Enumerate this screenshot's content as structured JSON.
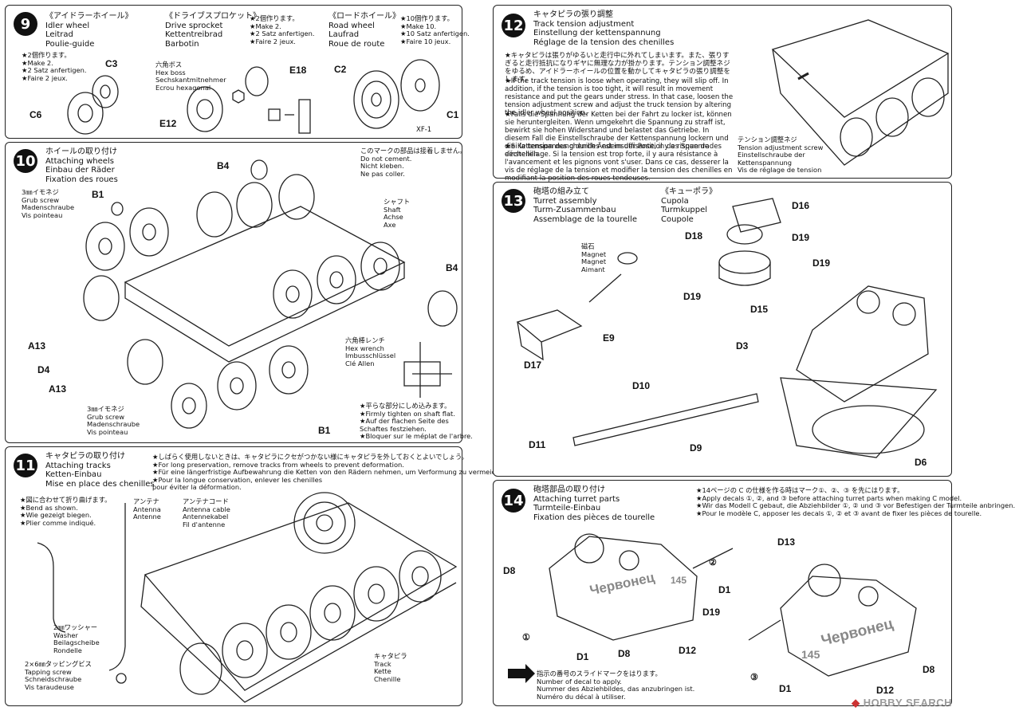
{
  "step9": {
    "num": "9",
    "idler": {
      "jp": "《アイドラーホイール》",
      "en": "Idler wheel",
      "de": "Leitrad",
      "fr": "Poulie-guide"
    },
    "sprocket": {
      "jp": "《ドライブスプロケット》",
      "en": "Drive sprocket",
      "de": "Kettentreibrad",
      "fr": "Barbotin"
    },
    "sprocket_qty": [
      "★2個作ります。",
      "★Make 2.",
      "★2 Satz anfertigen.",
      "★Faire 2 jeux."
    ],
    "road": {
      "jp": "《ロードホイール》",
      "en": "Road wheel",
      "de": "Laufrad",
      "fr": "Roue de route"
    },
    "road_qty": [
      "★10個作ります。",
      "★Make 10.",
      "★10 Satz anfertigen.",
      "★Faire 10 jeux."
    ],
    "idler_qty": [
      "★2個作ります。",
      "★Make 2.",
      "★2 Satz anfertigen.",
      "★Faire 2 jeux."
    ],
    "hex_boss": [
      "六角ボス",
      "Hex boss",
      "Sechskantmitnehmer",
      "Ecrou hexagonal"
    ],
    "parts": [
      "C3",
      "C6",
      "E18",
      "E12",
      "C2",
      "C1",
      "XF-1"
    ]
  },
  "step10": {
    "num": "10",
    "title": [
      "ホイールの取り付け",
      "Attaching wheels",
      "Einbau der Räder",
      "Fixation des roues"
    ],
    "no_cement": [
      "このマークの部品は接着しません。",
      "Do not cement.",
      "Nicht kleben.",
      "Ne pas coller."
    ],
    "grub_screw_top": [
      "3㎜イモネジ",
      "Grub screw",
      "Madenschraube",
      "Vis pointeau"
    ],
    "grub_screw_bottom": [
      "3㎜イモネジ",
      "Grub screw",
      "Madenschraube",
      "Vis pointeau"
    ],
    "shaft": [
      "シャフト",
      "Shaft",
      "Achse",
      "Axe"
    ],
    "hex_wrench": [
      "六角棒レンチ",
      "Hex wrench",
      "Imbusschlüssel",
      "Clé Allen"
    ],
    "tighten": [
      "★平らな部分にしめ込みます。",
      "★Firmly tighten on shaft flat.",
      "★Auf der flachen Seite des",
      "Schaftes festziehen.",
      "★Bloquer sur le méplat de l'arbre."
    ],
    "parts": [
      "B4",
      "B1",
      "B4",
      "A13",
      "D4",
      "A13",
      "B1"
    ]
  },
  "step11": {
    "num": "11",
    "title": [
      "キャタピラの取り付け",
      "Attaching tracks",
      "Ketten-Einbau",
      "Mise en place des chenilles"
    ],
    "note": [
      "★しばらく使用しないときは、キャタピラにクセがつかない様にキャタピラを外しておくとよいでしょう。",
      "★For long preservation, remove tracks from wheels to prevent deformation.",
      "★Für eine längerfristige Aufbewahrung die Ketten von den Rädern nehmen, um Verformung zu vermeiden.",
      "★Pour la longue conservation, enlever les chenilles",
      "pour éviter la déformation."
    ],
    "bend": [
      "★図に合わせて折り曲げます。",
      "★Bend as shown.",
      "★Wie gezeigt biegen.",
      "★Plier comme indiqué."
    ],
    "antenna": [
      "アンテナ",
      "Antenna",
      "Antenne"
    ],
    "antenna_cable": [
      "アンテナコード",
      "Antenna cable",
      "Antennekabel",
      "Fil d'antenne"
    ],
    "washer": [
      "2㎜ワッシャー",
      "Washer",
      "Beilagscheibe",
      "Rondelle"
    ],
    "tap_screw": [
      "2×6㎜タッピングビス",
      "Tapping screw",
      "Schneidschraube",
      "Vis taraudeuse"
    ],
    "track": [
      "キャタピラ",
      "Track",
      "Kette",
      "Chenille"
    ]
  },
  "step12": {
    "num": "12",
    "title": [
      "キャタピラの張り調整",
      "Track tension adjustment",
      "Einstellung der kettenspannung",
      "Réglage de la tension des chenilles"
    ],
    "jp": "★キャタピラは張りがゆるいと走行中に外れてしまいます。また、張りすぎると走行抵抗になりギヤに無理な力が掛かります。テンション調整ネジをゆるめ、アイドラーホイールの位置を動かしてキャタピラの張り調整をします。",
    "en": "★If the track tension is loose when operating, they will slip off. In addition, if the tension is too tight, it will result in movement resistance and put the gears under stress. In that case, loosen the tension adjustment screw and adjust the truck tension by altering the idler wheel position.",
    "de": "★Falls die Spannung der Ketten bei der Fahrt zu locker ist, können sie herunter­gleiten. Wenn umgekehrt die Spannung zu straff ist, bewirkt sie hohen Widerstand und belastet das Getriebe. In diesem Fall die Einstellschraube der Kettenspannung lockern und die Kettenspannung durch Ändern der Position des Spannrades einstellen.",
    "fr": "★Si la tension des chenilles est insuffisante, il y a risque de déchenillage. Si la tension est trop forte, il y aura résistance à l'avancement et les pignons vont s'user. Dans ce cas, desserer la vis de réglage de la tension et modifier la tension des chenilles en modifiant la position des roues tendeuses.",
    "screw": [
      "テンション調整ネジ",
      "Tension adjustment screw",
      "Einstellschraube der",
      "Kettenspannung",
      "Vis de réglage de tension"
    ]
  },
  "step13": {
    "num": "13",
    "title": [
      "砲塔の組み立て",
      "Turret assembly",
      "Turm-Zusammenbau",
      "Assemblage de la tourelle"
    ],
    "cupola": [
      "《キューポラ》",
      "Cupola",
      "Turmkuppel",
      "Coupole"
    ],
    "magnet": [
      "磁石",
      "Magnet",
      "Magnet",
      "Aimant"
    ],
    "parts": [
      "D16",
      "D18",
      "D19",
      "D19",
      "D19",
      "D15",
      "E9",
      "D17",
      "D3",
      "D10",
      "D9",
      "D11",
      "D6"
    ]
  },
  "step14": {
    "num": "14",
    "title": [
      "砲塔部品の取り付け",
      "Attaching turret parts",
      "Turmteile-Einbau",
      "Fixation des pièces de tourelle"
    ],
    "note": [
      "★14ページの C の仕様を作る時はマーク①、②、③ を先にはります。",
      "★Apply decals ①, ②, and ③ before attaching turret parts when making C model.",
      "★Wir das Modell C gebaut, die Abziehbilder ①, ② und ③ vor Befestigen der Turmteile anbringen.",
      "★Pour le modèle C, apposer les decals ①, ② et ③ avant de fixer les pièces de tourelle."
    ],
    "slide": [
      "指示の番号のスライドマークをはります。",
      "Number of decal to apply.",
      "Nummer des Abziehbildes, das anzubringen ist.",
      "Numéro du décal à utiliser."
    ],
    "decal_text": "Червонец",
    "decal_num": "145",
    "parts": [
      "D8",
      "D1",
      "D19",
      "D8",
      "D12",
      "D1",
      "D13",
      "D8",
      "D1",
      "D12"
    ],
    "marks": [
      "②",
      "①",
      "③"
    ]
  },
  "watermark": {
    "brand": "HOBBY SEARCH",
    "icon": "hobbysearch-logo-icon"
  }
}
